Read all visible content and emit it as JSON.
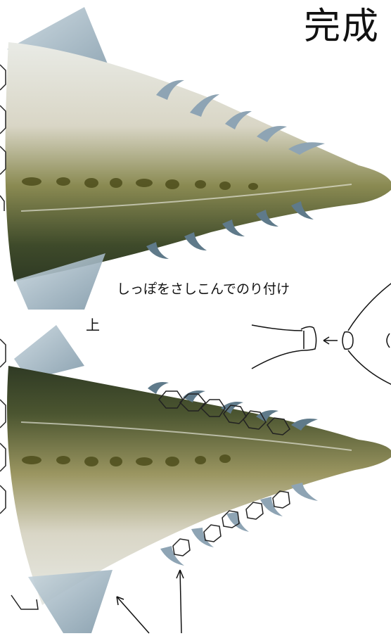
{
  "header": {
    "title": "完成"
  },
  "labels": {
    "instruction": "しっぽをさしこんでのり付け",
    "up": "上"
  },
  "icons": {
    "upper_fish": "fish-tail-upper-icon",
    "lower_fish": "fish-tail-lower-icon",
    "tail_diagram": "tail-insert-diagram-icon"
  },
  "colors": {
    "fish_back": "#3f4a2c",
    "fish_belly": "#dcdcd4",
    "fin": "#9fb4c2",
    "spots": "#4a4a18"
  }
}
